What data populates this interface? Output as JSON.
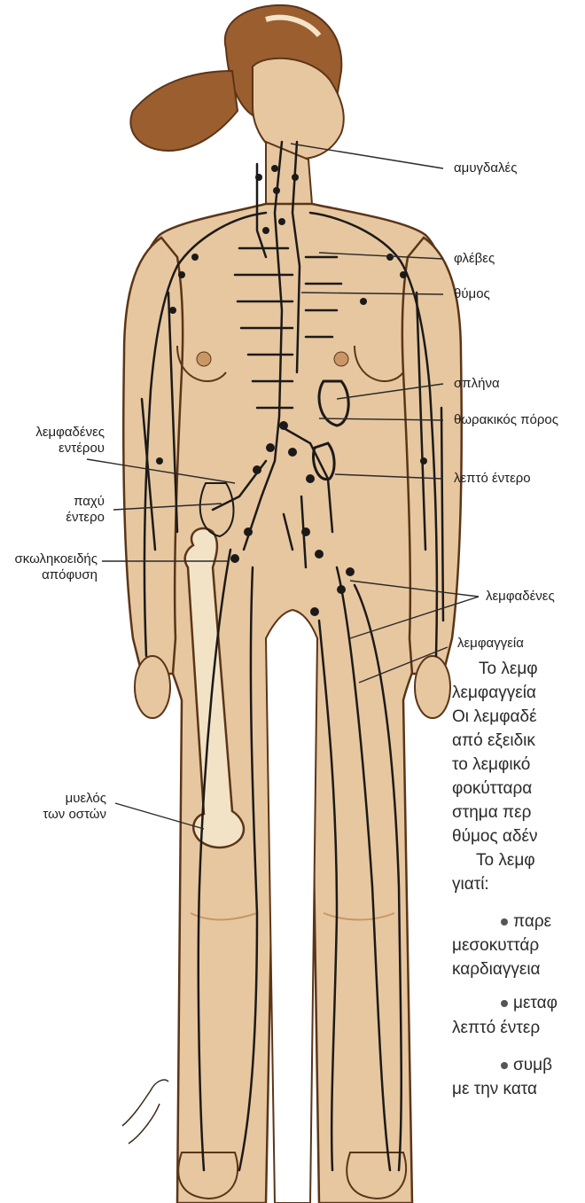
{
  "labels": {
    "tonsils": "αμυγδαλές",
    "veins": "φλέβες",
    "thymus": "θύμος",
    "spleen": "σπλήνα",
    "thoracic_duct": "θωρακικός πόρος",
    "small_intestine": "λεπτό έντερο",
    "lymph_nodes": "λεμφαδένες",
    "lymph_vessels": "λεμφαγγεία",
    "intestinal_nodes_1": "λεμφαδένες",
    "intestinal_nodes_2": "εντέρου",
    "large_intestine_1": "παχύ",
    "large_intestine_2": "έντερο",
    "appendix_1": "σκωληκοειδής",
    "appendix_2": "απόφυση",
    "bone_marrow_1": "μυελός",
    "bone_marrow_2": "των οστών"
  },
  "text_fragments": [
    "Το λεμφ",
    "λεμφαγγεία",
    "Οι λεμφαδέ",
    "από εξειδικ",
    "το λεμφικό",
    "φοκύτταρα",
    "στημα περ",
    "θύμος αδέν",
    "Το λεμφ",
    "γιατί:",
    "παρε",
    "μεσοκυττάρ",
    "καρδιαγγεια",
    "μεταφ",
    "λεπτό έντερ",
    "συμβ",
    "με την κατα"
  ],
  "colors": {
    "skin": "#e7c7a0",
    "skin_shadow": "#c99666",
    "outline": "#5b3518",
    "hair": "#9b5e2f",
    "lymph": "#1c1a18"
  }
}
